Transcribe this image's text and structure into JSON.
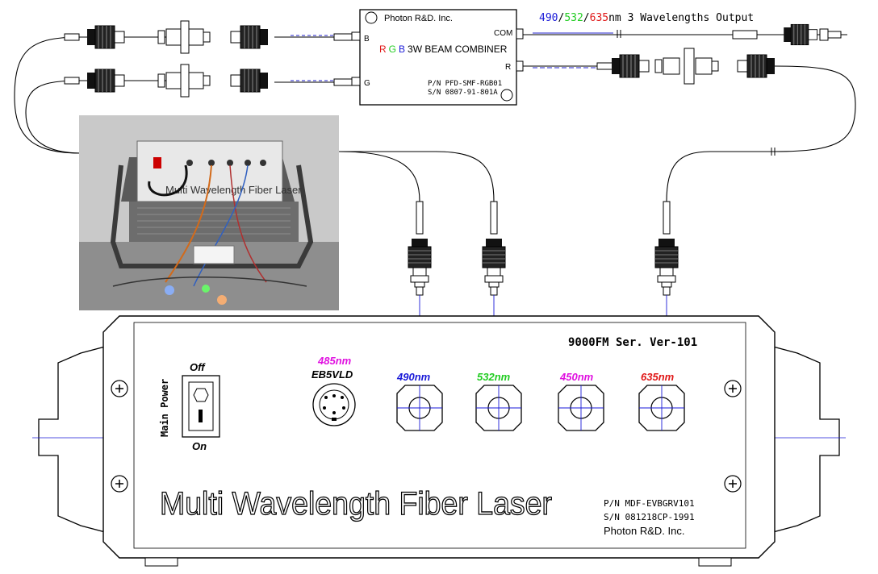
{
  "colors": {
    "blue": "#1a1ad8",
    "green": "#22cc22",
    "red": "#e01818",
    "magenta": "#e010e0",
    "line": "#000000",
    "fiber_mark": "#2222cc"
  },
  "combiner": {
    "brand": "Photon R&D. Inc.",
    "title_r": "R",
    "title_g": "G",
    "title_b": "B",
    "title_rest": "3W BEAM COMBINER",
    "pn": "P/N  PFD-SMF-RGB01",
    "sn": "S/N  0807-91-801A",
    "port_b": "B",
    "port_g": "G",
    "port_com": "COM",
    "port_r": "R"
  },
  "output_label": {
    "w1": "490",
    "sep1": "/",
    "w2": "532",
    "sep2": "/",
    "w3": "635",
    "rest": "nm 3 Wavelengths Output"
  },
  "photo": {
    "icon": "photo-image",
    "front_text": "Multi Wavelength Fiber Laser"
  },
  "panel": {
    "ser": "9000FM Ser. Ver-101",
    "switch_off": "Off",
    "switch_on": "On",
    "main_power": "Main Power",
    "din_wavelength": "485nm",
    "din_model": "EB5VLD",
    "ports": [
      {
        "label": "490nm",
        "color": "#1a1ad8"
      },
      {
        "label": "532nm",
        "color": "#22cc22"
      },
      {
        "label": "450nm",
        "color": "#e010e0"
      },
      {
        "label": "635nm",
        "color": "#e01818"
      }
    ],
    "title": "Multi Wavelength Fiber Laser",
    "pn": "P/N   MDF-EVBGRV101",
    "sn": "S/N   081218CP-1991",
    "brand": "Photon R&D. Inc."
  }
}
